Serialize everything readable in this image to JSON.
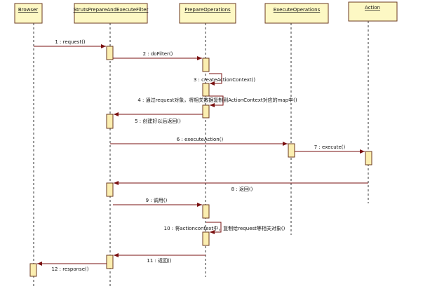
{
  "participants": [
    "Browser",
    "StrutsPrepareAndExecuteFilter",
    "PrepareOperations",
    "ExecuteOperations",
    "Action"
  ],
  "messages": [
    "1 : request()",
    "2 : doFilter()",
    "3 : createActionContext()",
    "4 : 通过request对象，将相关数据复制到ActionContext对应的map中()",
    "5 : 创建好以后返回()",
    "6 : executeAction()",
    "7 : execute()",
    "8 : 返回()",
    "9 : 调用()",
    "10 : 将actioncontext中，复制给request等相关对象()",
    "11 : 返回()",
    "12 : response()"
  ],
  "colors": {
    "box_fill": "#fdf8c4",
    "activation_fill": "#fbeeb0",
    "arrow": "#7a1010",
    "border": "#6b3a1f"
  }
}
